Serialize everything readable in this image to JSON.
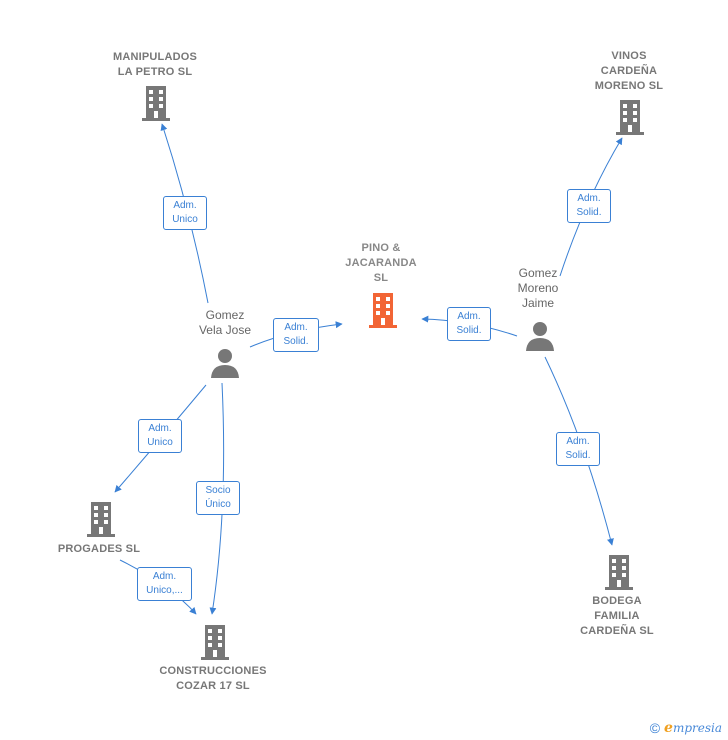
{
  "nodes": {
    "center": "PINO &\nJACARANDA\nSL",
    "manipulados": "MANIPULADOS\nLA PETRO SL",
    "vinos": "VINOS\nCARDEÑA\nMORENO SL",
    "progades": "PROGADES SL",
    "construcciones": "CONSTRUCCIONES\nCOZAR 17  SL",
    "bodega": "BODEGA\nFAMILIA\nCARDEÑA  SL",
    "gomez_vela": "Gomez\nVela Jose",
    "gomez_moreno": "Gomez\nMoreno\nJaime"
  },
  "edges": {
    "e1": "Adm.\nUnico",
    "e2": "Adm.\nSolid.",
    "e3": "Adm.\nUnico",
    "e4": "Socio\nÚnico",
    "e5": "Adm.\nUnico,...",
    "e6": "Adm.\nSolid.",
    "e7": "Adm.\nSolid.",
    "e8": "Adm.\nSolid."
  },
  "footer": {
    "copyright": "©",
    "brand_initial": "e",
    "brand_rest": "mpresia"
  },
  "colors": {
    "company": "#777777",
    "center": "#f26535",
    "edge": "#3a80d4"
  }
}
